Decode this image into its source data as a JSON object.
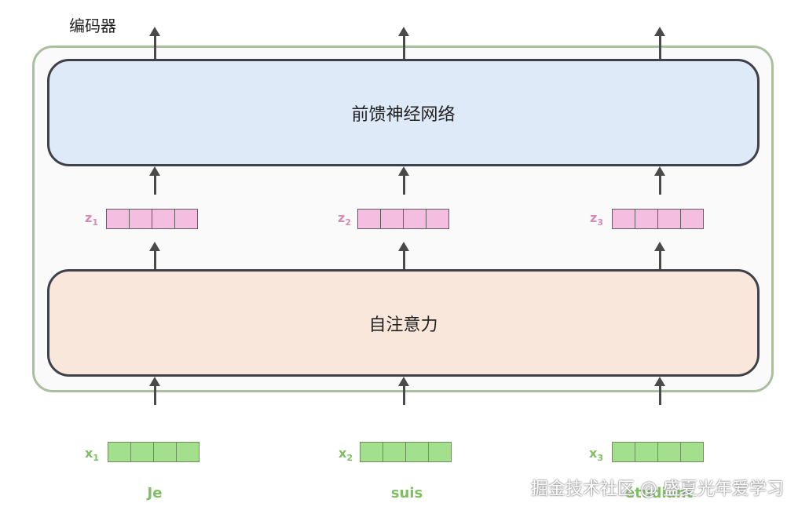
{
  "encoder": {
    "label": "编码器"
  },
  "ffn": {
    "label": "前馈神经网络"
  },
  "self_attention": {
    "label": "自注意力"
  },
  "columns": [
    {
      "z": "z",
      "z_sub": "1",
      "x": "x",
      "x_sub": "1",
      "word": "Je"
    },
    {
      "z": "z",
      "z_sub": "2",
      "x": "x",
      "x_sub": "2",
      "word": "suis"
    },
    {
      "z": "z",
      "z_sub": "3",
      "x": "x",
      "x_sub": "3",
      "word": "étudiant"
    }
  ],
  "watermark": "掘金技术社区 @ 盛夏光年爱学习",
  "colors": {
    "frame": "#a9bf9d",
    "ffn_fill": "#deeaf7",
    "sa_fill": "#fae7dc",
    "z_cell": "#f3bedf",
    "x_cell": "#a4df8e",
    "z_label": "#d68bb4",
    "x_label": "#7fbf63"
  }
}
